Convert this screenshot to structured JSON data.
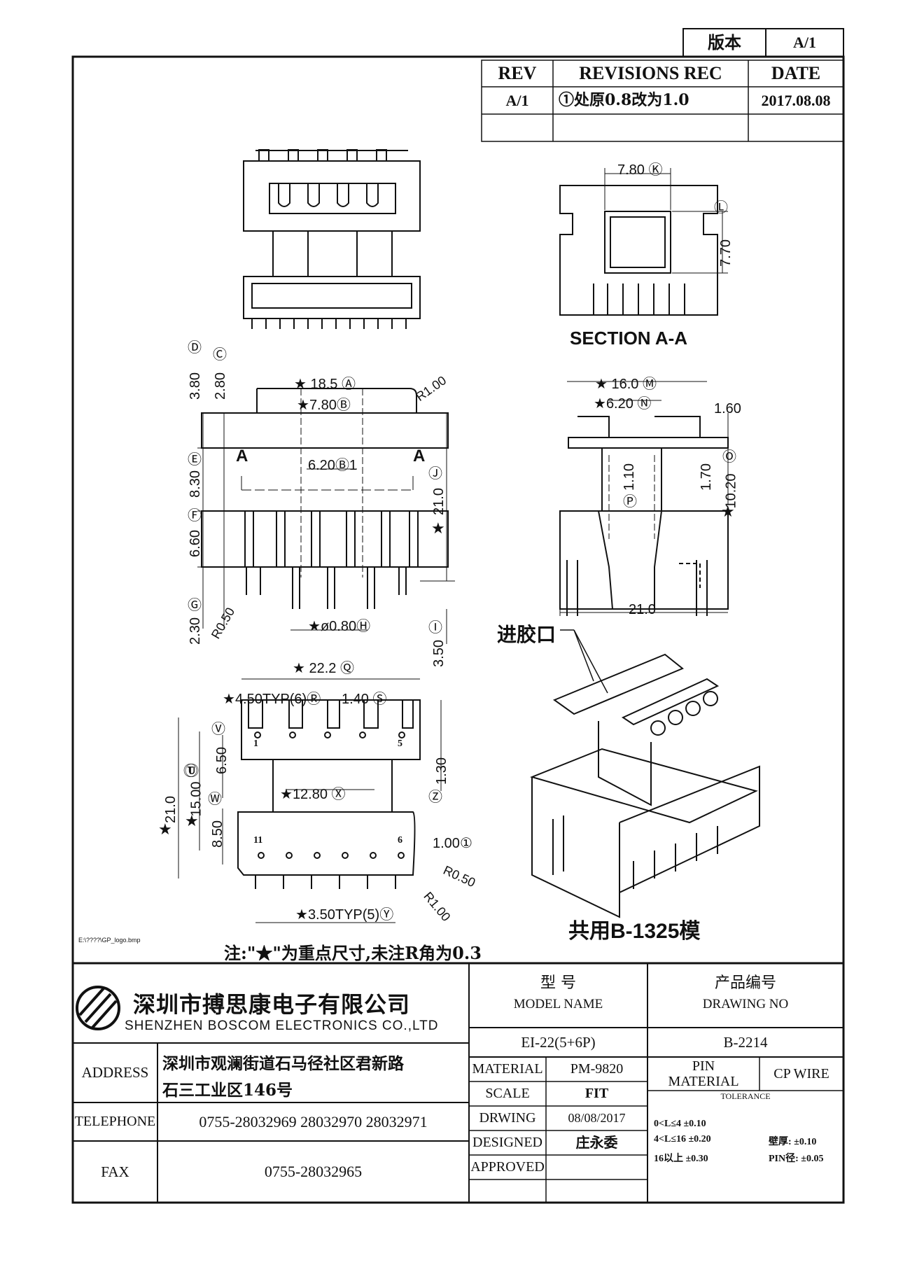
{
  "version_box": {
    "label": "版本",
    "value": "A/1"
  },
  "revision": {
    "col_rev": "REV",
    "col_rec": "REVISIONS REC",
    "col_date": "DATE",
    "rows": [
      {
        "rev": "A/1",
        "rec": "①处原0.8改为1.0",
        "date": "2017.08.08"
      }
    ]
  },
  "views": {
    "section_label": "SECTION A-A",
    "gate_label": "进胶口",
    "shared_mold": "共用B-1325模",
    "note": "注:\"★\"为重点尺寸,未注R角为0.3",
    "logo_path": "E:\\????\\GP_logo.bmp"
  },
  "dims": {
    "k": "7.80",
    "l": "7.70",
    "d": "3.80",
    "c": "2.80",
    "a": "18.5",
    "b": "7.80",
    "r100": "R1.00",
    "a_mark": "A",
    "b1": "6.20",
    "e": "8.30",
    "f": "6.60",
    "j": "21.0",
    "g": "2.30",
    "r050": "R0.50",
    "h": "ø0.80",
    "i": "3.50",
    "m": "16.0",
    "n": "6.20",
    "n160": "1.60",
    "p": "1.10",
    "p170": "1.70",
    "o": "10.20",
    "w21": "21.0",
    "q": "22.2",
    "r": "4.50TYP(6)",
    "s": "1.40",
    "v": "6.50",
    "u": "15.00",
    "t": "21.0",
    "wdim": "8.50",
    "x": "12.80",
    "z": "1.30",
    "one": "1.00",
    "r050b": "R0.50",
    "r100b": "R1.00",
    "y": "3.50TYP(5)",
    "pin1": "1",
    "pin5": "5",
    "pin11": "11",
    "pin6": "6"
  },
  "title_block": {
    "company_cn": "深圳市搏思康电子有限公司",
    "company_en": "SHENZHEN BOSCOM ELECTRONICS CO.,LTD",
    "address_label": "ADDRESS",
    "address_line1": "深圳市观澜街道石马径社区君新路",
    "address_line2": "石三工业区146号",
    "telephone_label": "TELEPHONE",
    "telephone": "0755-28032969 28032970 28032971",
    "fax_label": "FAX",
    "fax": "0755-28032965",
    "model_cn": "型    号",
    "model_en": "MODEL NAME",
    "model_value": "EI-22(5+6P)",
    "drawing_cn": "产品编号",
    "drawing_en": "DRAWING NO",
    "drawing_value": "B-2214",
    "material_label": "MATERIAL",
    "material_value": "PM-9820",
    "pin_material_label_1": "PIN",
    "pin_material_label_2": "MATERIAL",
    "pin_material_value": "CP WIRE",
    "scale_label": "SCALE",
    "scale_value": "FIT",
    "drwing_label": "DRWING",
    "drwing_value": "08/08/2017",
    "designed_label": "DESIGNED",
    "designed_value": "庄永委",
    "approved_label": "APPROVED",
    "approved_value": "",
    "tolerance_label": "TOLERANCE",
    "tol_1": "0<L≤4  ±0.10",
    "tol_2": "4<L≤16  ±0.20",
    "tol_2b": "壁厚:  ±0.10",
    "tol_3": "16以上     ±0.30",
    "tol_3b": "PIN径:  ±0.05"
  }
}
